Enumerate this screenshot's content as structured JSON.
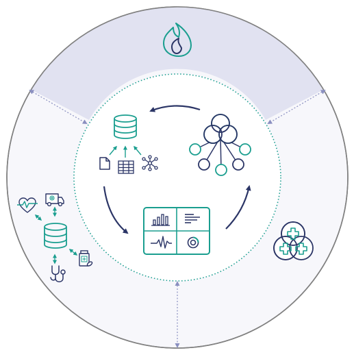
{
  "colors": {
    "teal": "#1a9e8f",
    "navy": "#2b3566",
    "outer_ring_stroke": "#808080",
    "outer_fill": "#f7f7fb",
    "top_band_fill": "#e1e2f1",
    "connector": "#8a8fc0"
  },
  "segments": {
    "top": {
      "icon": "flame-icon"
    },
    "left": {
      "icons": [
        "heart-rate-icon",
        "ambulance-icon",
        "database-icon",
        "stethoscope-icon",
        "medicine-bottle-icon"
      ]
    },
    "right": {
      "icon": "medical-crosses-venn-icon"
    }
  },
  "center": {
    "nodes": [
      {
        "id": "data-sources",
        "icons": [
          "database-icon",
          "document-icon",
          "table-icon",
          "network-icon"
        ]
      },
      {
        "id": "network-analysis",
        "icons": [
          "venn-icon",
          "hub-nodes-icon"
        ]
      },
      {
        "id": "dashboard",
        "icons": [
          "bar-chart-icon",
          "text-lines-icon",
          "pulse-line-icon",
          "donut-chart-icon"
        ]
      }
    ],
    "cycle_arrows": [
      "arrow-top-leftward",
      "arrow-left-downward",
      "arrow-right-upward"
    ]
  }
}
